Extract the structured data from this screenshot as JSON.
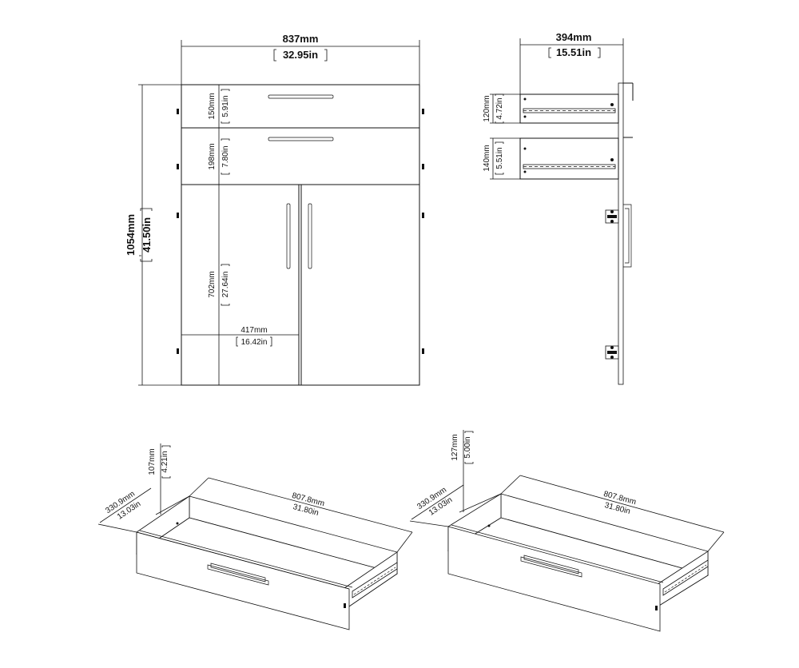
{
  "front_view": {
    "width_mm": "837mm",
    "width_in": "32.95in",
    "height_mm": "1054mm",
    "height_in": "41.50in",
    "drawer1_mm": "150mm",
    "drawer1_in": "5.91in",
    "drawer2_mm": "198mm",
    "drawer2_in": "7.80in",
    "door_height_mm": "702mm",
    "door_height_in": "27.64in",
    "door_width_mm": "417mm",
    "door_width_in": "16.42in"
  },
  "side_view": {
    "depth_mm": "394mm",
    "depth_in": "15.51in",
    "drawer1_mm": "120mm",
    "drawer1_in": "4.72in",
    "drawer2_mm": "140mm",
    "drawer2_in": "5.51in"
  },
  "drawer_small": {
    "height_mm": "107mm",
    "height_in": "4.21in",
    "depth_mm": "330.9mm",
    "depth_in": "13.03in",
    "width_mm": "807.8mm",
    "width_in": "31.80in"
  },
  "drawer_large": {
    "height_mm": "127mm",
    "height_in": "5.00in",
    "depth_mm": "330.9mm",
    "depth_in": "13.03in",
    "width_mm": "807.8mm",
    "width_in": "31.80in"
  }
}
